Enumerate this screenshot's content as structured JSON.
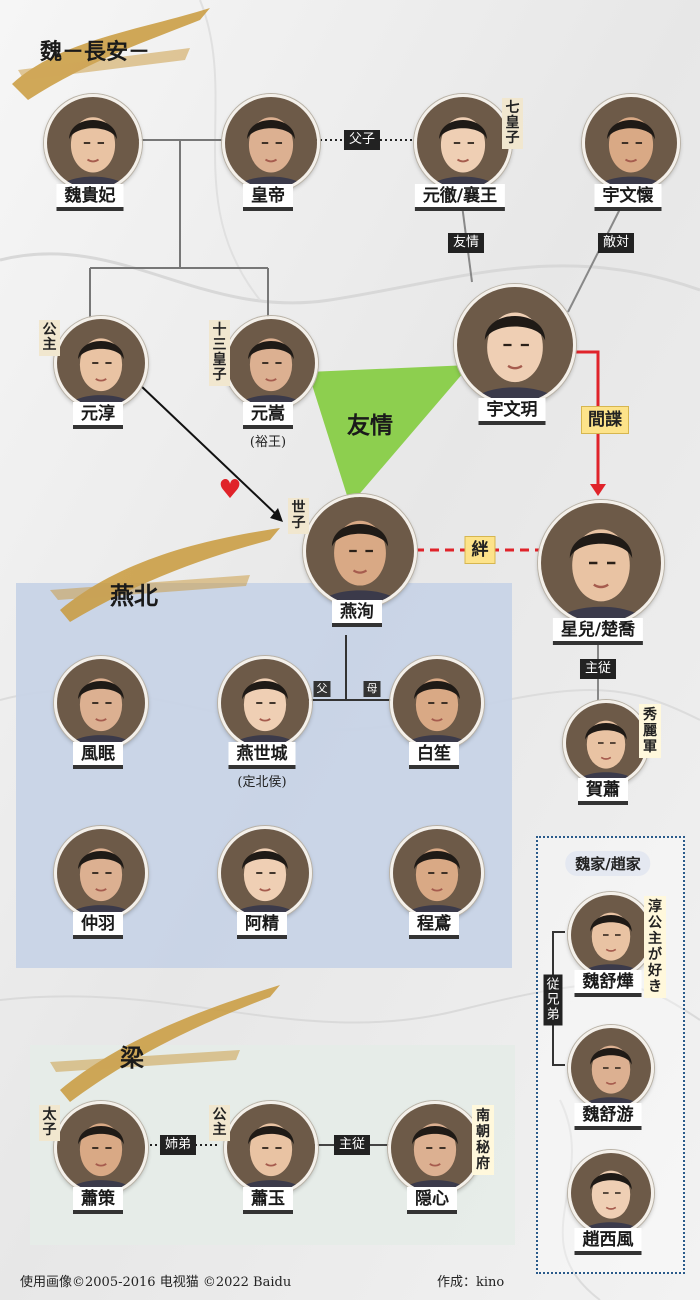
{
  "regions": {
    "wei": "魏－長安－",
    "yanbei": "燕北",
    "liang": "梁"
  },
  "colors": {
    "yanbei_panel": "#c7d2e6",
    "liang_panel": "#e6ece8",
    "friend_triangle": "#8dcf4f",
    "red": "#e0232a",
    "gold": "#c99a3c"
  },
  "people": {
    "wei_guifei": {
      "name": "魏貴妃"
    },
    "huangdi": {
      "name": "皇帝"
    },
    "yuanche": {
      "name": "元徹/襄王",
      "tag": "七皇子"
    },
    "yuwenhuai": {
      "name": "宇文懐"
    },
    "yuanchun": {
      "name": "元淳",
      "tag": "公主"
    },
    "yuansong": {
      "name": "元嵩",
      "tag": "十三皇子",
      "sub": "(裕王)"
    },
    "yuwenyue": {
      "name": "宇文玥"
    },
    "yanxun": {
      "name": "燕洵",
      "tag": "世子"
    },
    "xinger": {
      "name": "星兒/楚喬"
    },
    "fengmian": {
      "name": "風眠"
    },
    "yanshicheng": {
      "name": "燕世城",
      "sub": "(定北侯)"
    },
    "baisheng": {
      "name": "白笙"
    },
    "hexiao": {
      "name": "賀蕭",
      "tag": "秀麗軍"
    },
    "zhongyu": {
      "name": "仲羽"
    },
    "ajing": {
      "name": "阿精"
    },
    "chengyuan": {
      "name": "程鳶"
    },
    "weishuye": {
      "name": "魏舒燁",
      "tag": "淳公主が好き"
    },
    "weishuyou": {
      "name": "魏舒游"
    },
    "zhaoxifeng": {
      "name": "趙西風"
    },
    "xiaoce": {
      "name": "蕭策",
      "tag": "太子"
    },
    "xiaoyu": {
      "name": "蕭玉",
      "tag": "公主"
    },
    "yinxin": {
      "name": "隠心",
      "tag": "南朝秘府"
    }
  },
  "relations": {
    "fuzi": "父子",
    "youqing": "友情",
    "diduei": "敵対",
    "jiandie": "間諜",
    "ban": "絆",
    "big_friendship": "友情",
    "fu": "父",
    "mu": "母",
    "zhucong": "主従",
    "zhuxiongdi": "従兄弟",
    "zimei": "姉弟",
    "zhucong_liang": "主従"
  },
  "group_label": "魏家/趙家",
  "credits": {
    "left": "使用画像©2005-2016 电视猫 ©2022 Baidu",
    "right": "作成：kino"
  }
}
